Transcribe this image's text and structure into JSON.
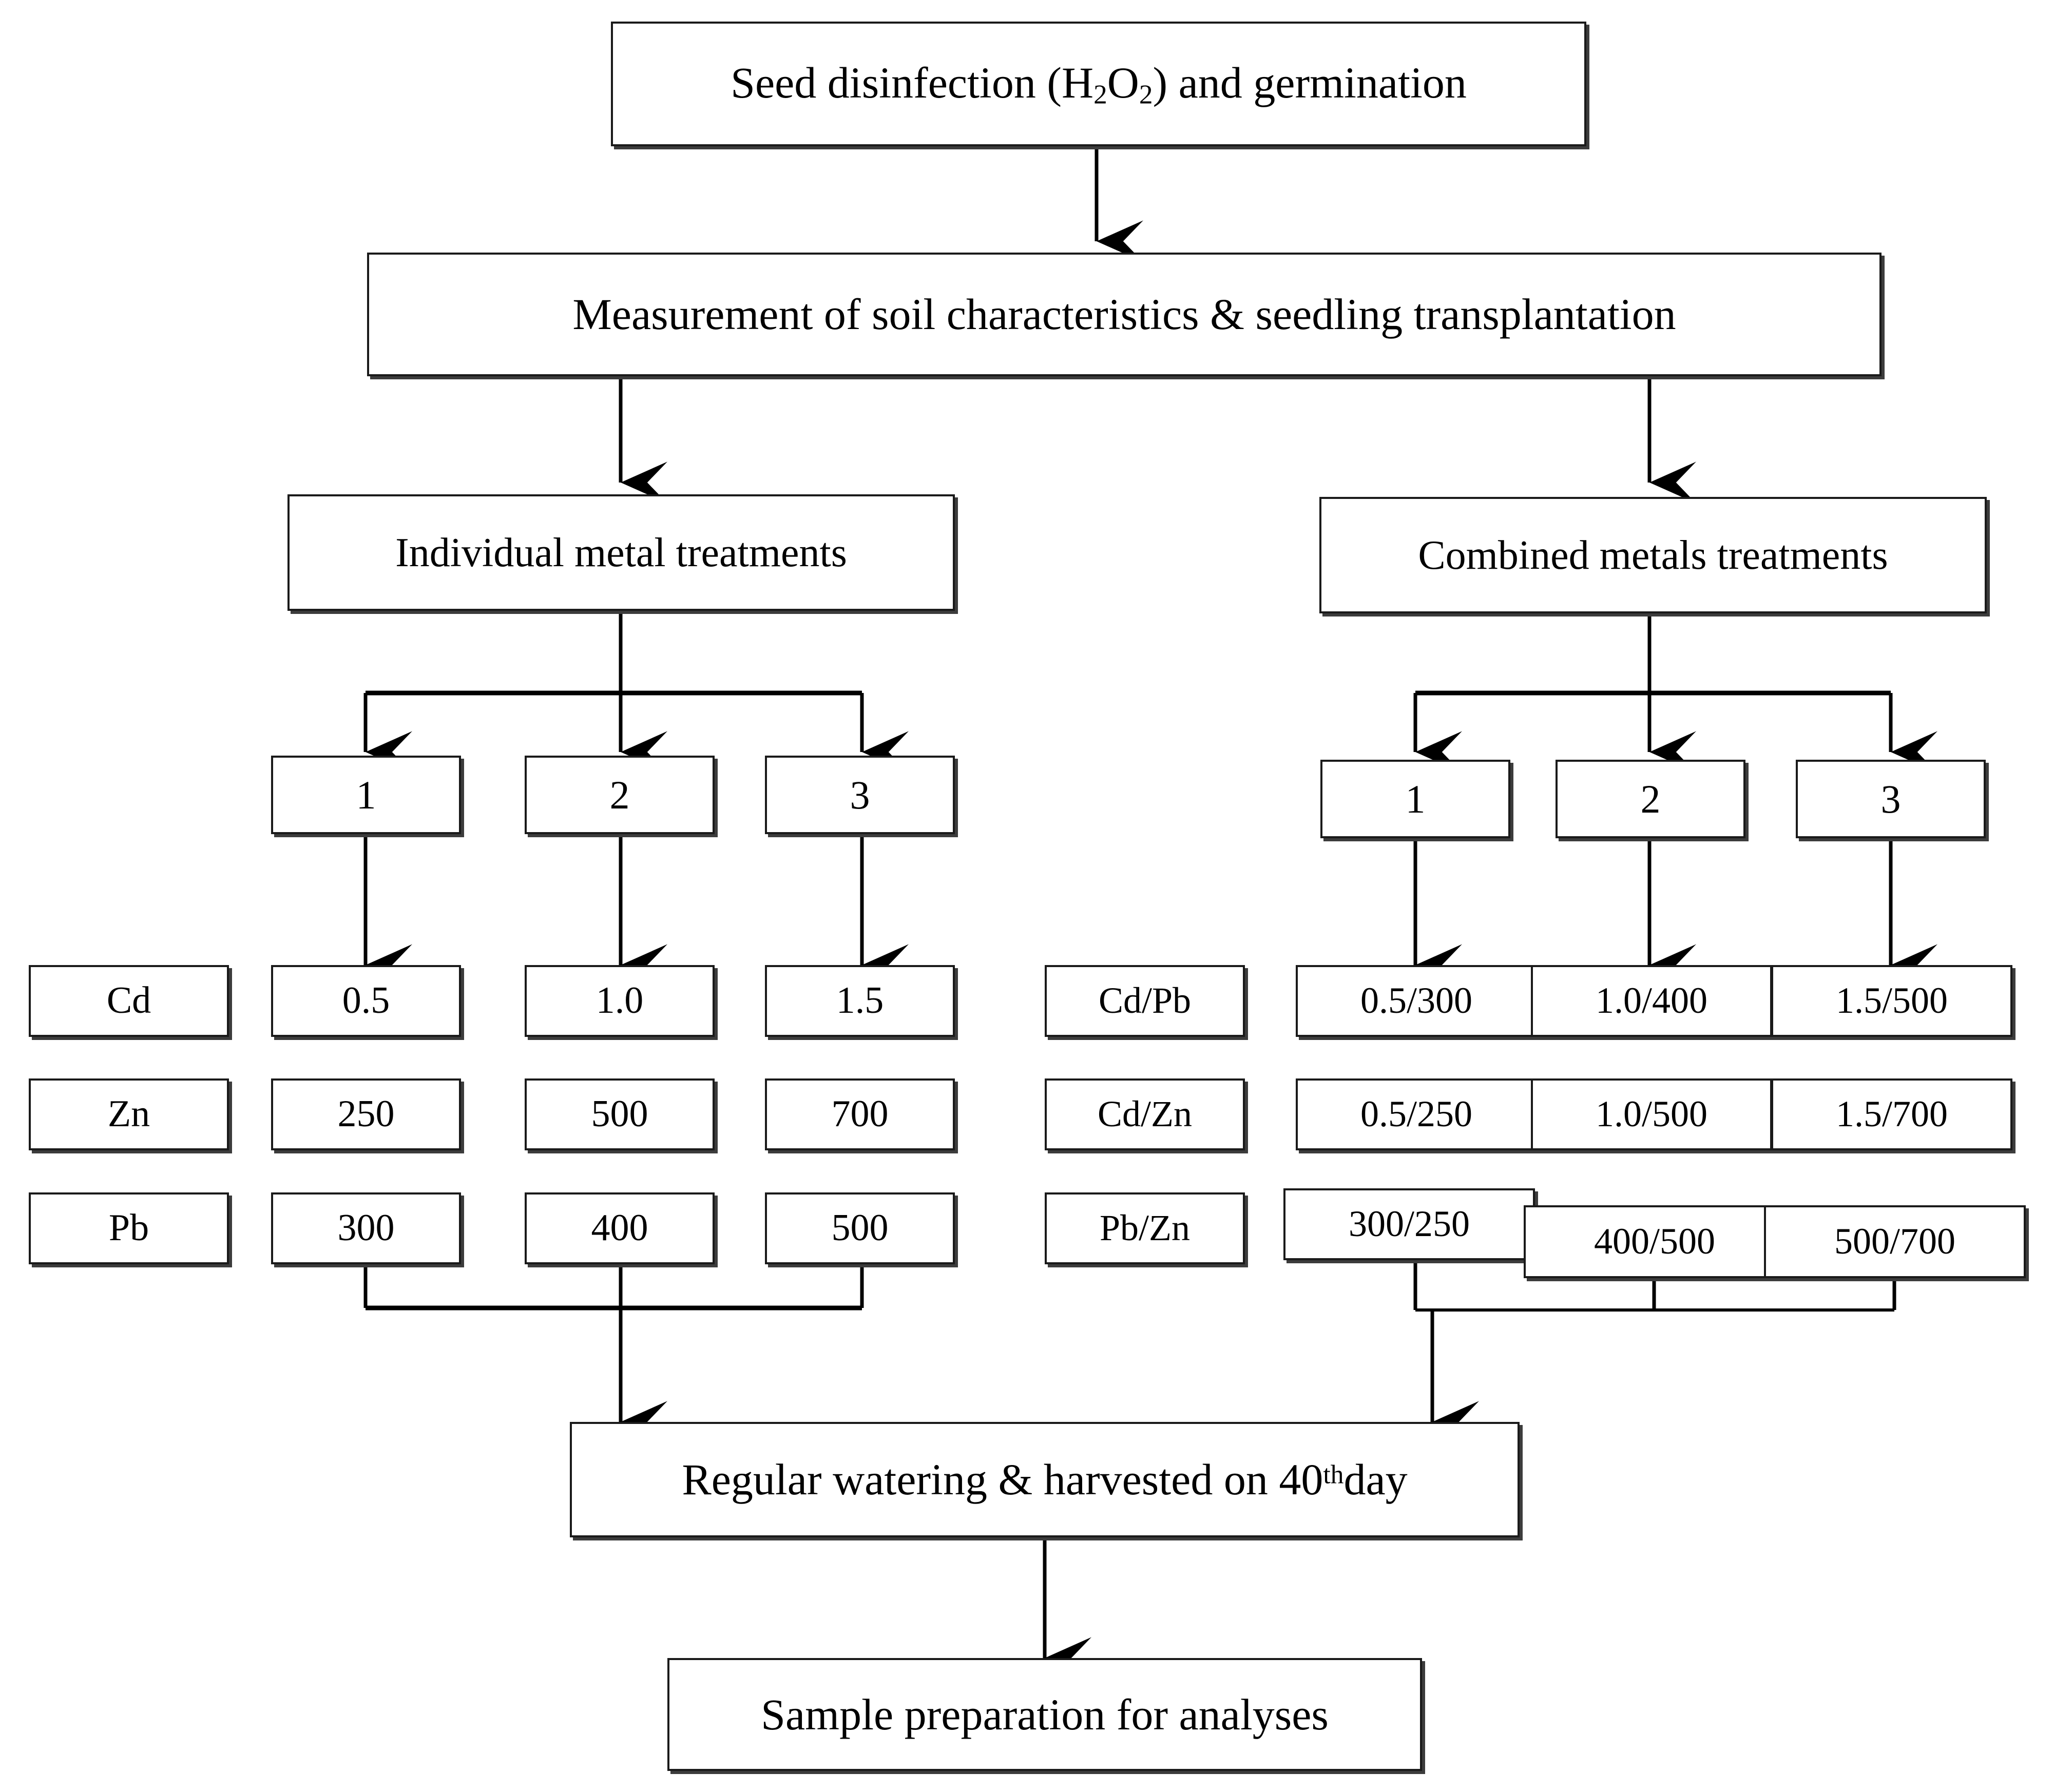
{
  "diagram": {
    "title": "Experimental workflow for heavy metal treatment study",
    "stages": {
      "seed": "Seed disinfection (H2O2) and germination",
      "seed_pre": "Seed disinfection (H",
      "seed_sub1": "2",
      "seed_mid": "O",
      "seed_sub2": "2",
      "seed_post": ") and germination",
      "measurement": "Measurement of soil characteristics & seedling transplantation",
      "watering_pre": "Regular watering & harvested on 40",
      "watering_sup": "th",
      "watering_post": " day",
      "watering_full": "Regular watering & harvested on 40th day",
      "sample": "Sample preparation for analyses"
    },
    "branches": {
      "individual": {
        "header": "Individual metal treatments",
        "levels": [
          "1",
          "2",
          "3"
        ],
        "row_labels": [
          "Cd",
          "Zn",
          "Pb"
        ],
        "rows": [
          [
            "0.5",
            "1.0",
            "1.5"
          ],
          [
            "250",
            "500",
            "700"
          ],
          [
            "300",
            "400",
            "500"
          ]
        ]
      },
      "combined": {
        "header": "Combined metals treatments",
        "levels": [
          "1",
          "2",
          "3"
        ],
        "row_labels": [
          "Cd/Pb",
          "Cd/Zn",
          "Pb/Zn"
        ],
        "rows": [
          [
            "0.5/300",
            "1.0/400",
            "1.5/500"
          ],
          [
            "0.5/250",
            "1.0/500",
            "1.5/700"
          ],
          [
            "300/250",
            "400/500",
            "500/700"
          ]
        ]
      }
    },
    "colors": {
      "background": "#ffffff",
      "border": "#1a1a1a",
      "shadow": "#3c3c3c",
      "connector": "#000000",
      "text": "#000000"
    }
  }
}
